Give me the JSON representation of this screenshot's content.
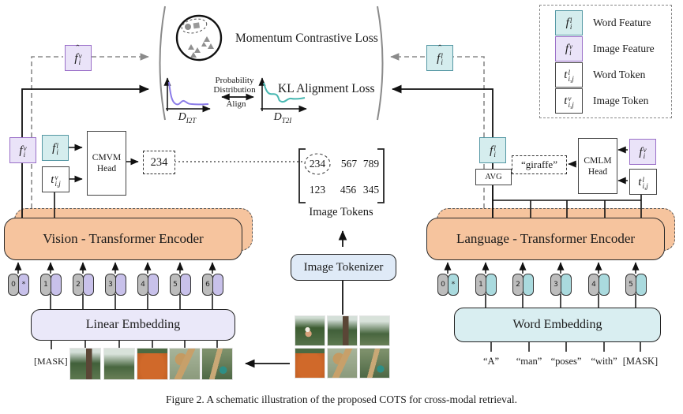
{
  "losses": {
    "momentum_label": "Momentum Contrastive Loss",
    "kl_label": "KL Alignment Loss",
    "align_line1": "Probability",
    "align_line2": "Distribution",
    "align_line3": "Align",
    "d_i2t": {
      "base": "D",
      "sub": "I2T"
    },
    "d_t2i": {
      "base": "D",
      "sub": "T2I"
    }
  },
  "legend": {
    "items": [
      {
        "box": {
          "base": "f",
          "sup": "l",
          "sub": "i"
        },
        "label": "Word Feature"
      },
      {
        "box": {
          "base": "f",
          "sup": "v",
          "sub": "i"
        },
        "label": "Image Feature"
      },
      {
        "box": {
          "base": "t",
          "sup": "l",
          "sub": "i,j"
        },
        "label": "Word Token"
      },
      {
        "box": {
          "base": "t",
          "sup": "v",
          "sub": "i,j"
        },
        "label": "Image Token"
      }
    ]
  },
  "vision": {
    "momentum_feature": {
      "hat": "ˆ",
      "base": "f",
      "sup": "v",
      "sub": "i"
    },
    "feature": {
      "base": "f",
      "sup": "v",
      "sub": "i"
    },
    "cross_feature": {
      "base": "f",
      "sup": "l",
      "sub": "i"
    },
    "token": {
      "base": "t",
      "sup": "v",
      "sub": "i,j"
    },
    "head_line1": "CMVM",
    "head_line2": "Head",
    "prediction": "234",
    "encoder_label": "Vision - Transformer Encoder",
    "embedding_label": "Linear Embedding",
    "pills": [
      "0",
      "1",
      "2",
      "3",
      "4",
      "5",
      "6"
    ],
    "cls_star": "*",
    "mask_label": "[MASK]"
  },
  "tokenizer": {
    "matrix": {
      "row1": [
        "234",
        "567",
        "789"
      ],
      "row2": [
        "123",
        "456",
        "345"
      ]
    },
    "matrix_label": "Image Tokens",
    "tokenizer_label": "Image Tokenizer"
  },
  "language": {
    "momentum_feature": {
      "hat": "ˆ",
      "base": "f",
      "sup": "l",
      "sub": "i"
    },
    "feature": {
      "base": "f",
      "sup": "l",
      "sub": "i"
    },
    "avg_label": "AVG",
    "prediction": "“giraffe”",
    "head_line1": "CMLM",
    "head_line2": "Head",
    "cross_feature": {
      "base": "f",
      "sup": "v",
      "sub": "i"
    },
    "token": {
      "base": "t",
      "sup": "l",
      "sub": "i,j"
    },
    "encoder_label": "Language - Transformer Encoder",
    "embedding_label": "Word Embedding",
    "pills": [
      "0",
      "1",
      "2",
      "3",
      "4",
      "5"
    ],
    "cls_star": "*",
    "words": [
      "“A”",
      "“man”",
      "“poses”",
      "“with”",
      "[MASK]"
    ]
  },
  "caption": "Figure 2. A schematic illustration of the proposed COTS for cross-modal retrieval.",
  "colors": {
    "encoder_fill": "#f6c49e",
    "image_feature_fill": "#eae3f8",
    "image_feature_border": "#9a6fc8",
    "word_feature_fill": "#d5edee",
    "word_feature_border": "#5598a4",
    "i2t_curve": "#8b7ce8",
    "t2i_curve": "#49b8b2",
    "linear_embedding_fill": "#eae8f9",
    "word_embedding_fill": "#d9eef1",
    "tokenizer_fill": "#dfeaf7"
  }
}
